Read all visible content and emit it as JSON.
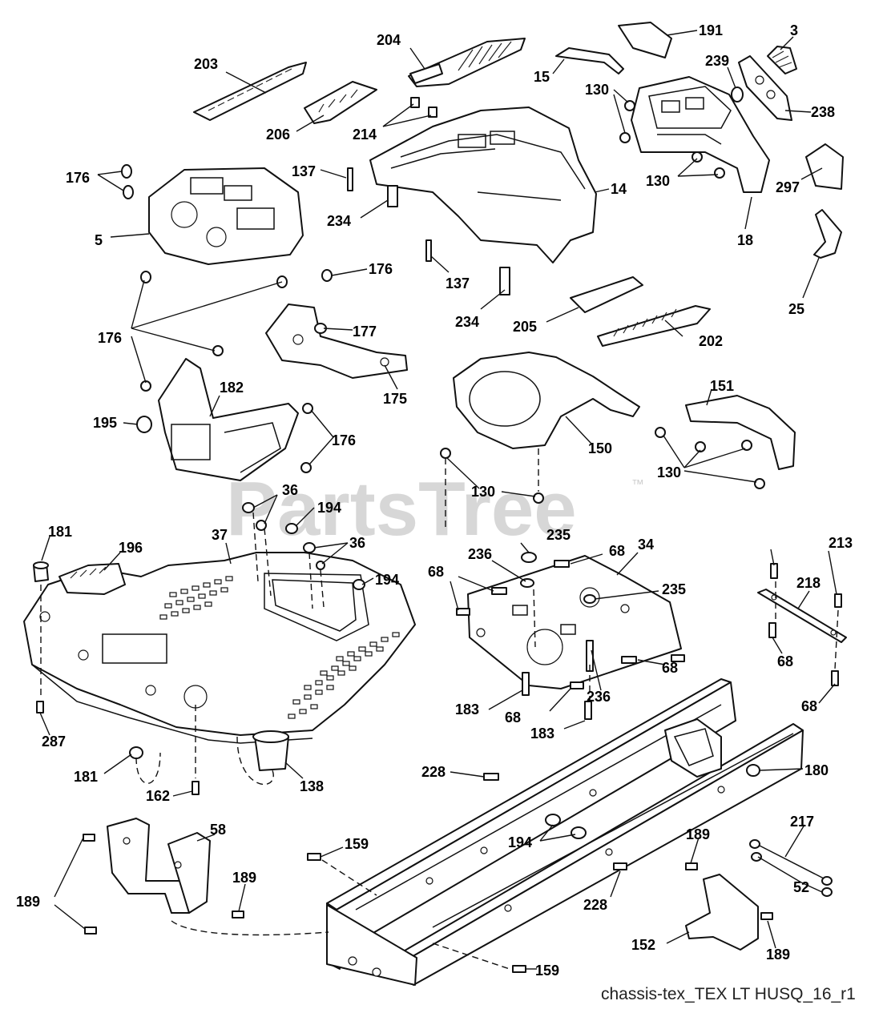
{
  "watermark": {
    "text": "PartsTree",
    "trademark": "™"
  },
  "footer": {
    "diagram_id": "chassis-tex_TEX LT HUSQ_16_r1"
  },
  "callouts": [
    "203",
    "204",
    "191",
    "3",
    "15",
    "239",
    "130",
    "238",
    "206",
    "214",
    "137",
    "130",
    "297",
    "176",
    "14",
    "18",
    "5",
    "234",
    "176",
    "137",
    "25",
    "234",
    "205",
    "202",
    "176",
    "177",
    "175",
    "182",
    "151",
    "195",
    "176",
    "150",
    "130",
    "130",
    "36",
    "194",
    "181",
    "196",
    "37",
    "235",
    "68",
    "34",
    "36",
    "236",
    "68",
    "194",
    "235",
    "213",
    "218",
    "68",
    "183",
    "68",
    "236",
    "183",
    "68",
    "287",
    "68",
    "228",
    "180",
    "181",
    "138",
    "162",
    "194",
    "217",
    "58",
    "159",
    "189",
    "189",
    "52",
    "189",
    "228",
    "152",
    "189",
    "159"
  ]
}
